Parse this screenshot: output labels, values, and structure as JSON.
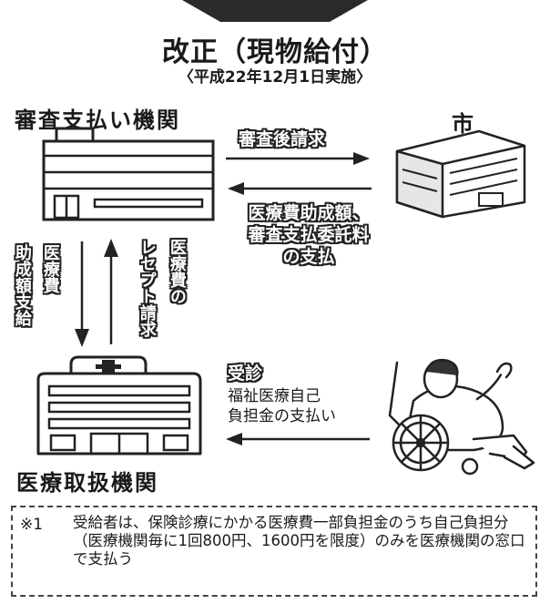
{
  "header": {
    "title": "改正（現物給付）",
    "subtitle": "〈平成22年12月1日実施〉"
  },
  "nodes": {
    "review_agency": "審査支払い機関",
    "city": "市",
    "medical_institution": "医療取扱機関"
  },
  "flows": {
    "post_review_claim": "審査後請求",
    "subsidy_payment_line1": "医療費助成額、",
    "subsidy_payment_line2": "審査支払委託料",
    "subsidy_payment_line3": "の支払",
    "vertical_down_col1": "医療費",
    "vertical_down_col2": "助成額支給",
    "vertical_up_col1": "医療費の",
    "vertical_up_col2": "レセプト請求",
    "consultation": "受診",
    "copay_line1": "福祉医療自己",
    "copay_line2": "負担金の支払い"
  },
  "note": {
    "mark": "※1",
    "text": "受給者は、保険診療にかかる医療費一部負担金のうち自己負担分（医療機関毎に1回800円、1600円を限度）のみを医療機関の窓口で支払う"
  }
}
